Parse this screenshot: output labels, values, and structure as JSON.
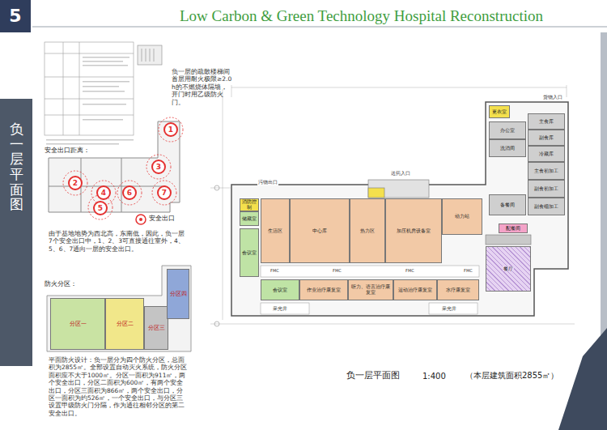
{
  "diagram": {
    "title": "Low Carbon & Green Technology Hospital Reconstruction",
    "caption": "负一层平面图",
    "nodes": [
      {
        "text": [
          "5"
        ]
      },
      {
        "text": [
          "负一层平面图"
        ]
      },
      {
        "text": [
          "1"
        ]
      },
      {
        "text": [
          "2"
        ]
      },
      {
        "text": [
          "3"
        ]
      },
      {
        "text": [
          "4"
        ]
      },
      {
        "text": [
          "5"
        ]
      },
      {
        "text": [
          "6"
        ]
      },
      {
        "text": [
          "7"
        ]
      },
      {
        "text": [
          "分区一"
        ]
      },
      {
        "text": [
          "分区二"
        ]
      },
      {
        "text": [
          "分区三"
        ]
      },
      {
        "text": [
          "分区四"
        ]
      },
      {
        "text": [
          "消防控制"
        ]
      },
      {
        "text": [
          "储藏室"
        ]
      },
      {
        "text": [
          "会议室"
        ]
      },
      {
        "text": [
          "生活区"
        ]
      },
      {
        "text": [
          "中心库"
        ]
      },
      {
        "text": [
          "热力区"
        ]
      },
      {
        "text": [
          "加压机房设备室"
        ]
      },
      {
        "text": [
          "动力站"
        ]
      },
      {
        "text": [
          "餐厅"
        ]
      },
      {
        "text": [
          "会议室"
        ]
      },
      {
        "text": [
          "作业治疗康复室"
        ]
      },
      {
        "text": [
          "听力、语言治疗康复室"
        ]
      },
      {
        "text": [
          "运动治疗康复室"
        ]
      },
      {
        "text": [
          "水疗康复室"
        ]
      },
      {
        "text": [
          "更衣室"
        ]
      },
      {
        "text": [
          "主食库"
        ]
      },
      {
        "text": [
          "副食库"
        ]
      },
      {
        "text": [
          "冷藏库"
        ]
      },
      {
        "text": [
          "主食初加工"
        ]
      },
      {
        "text": [
          "副食初加工"
        ]
      },
      {
        "text": [
          "副食细加工"
        ]
      },
      {
        "text": [
          "办公室"
        ]
      },
      {
        "text": [
          "洗消间"
        ]
      },
      {
        "text": [
          "备餐间"
        ]
      },
      {
        "text": [
          "配餐间"
        ]
      }
    ],
    "labels": [
      "负一层的疏散楼梯间首层用耐火极限≥2.0h的不燃烧体隔墙，开门时用乙级防火门。",
      "安全出口距离：",
      "由于基地地势为西北高，东南低，因此，负一层7个安全出口中，1、2、3可直接通往室外，4、5、6、7通向一层的安全出口。",
      "防火分区：",
      "平面防火设计：负一层分为四个防火分区，总面积为2855㎡。全部设置自动灭火系统，防火分区面积应不大于1000㎡。分区一面积为911㎡，两个安全出口，分区二面积为600㎡，有两个安全出口，分区三面积为866㎡，两个安全出口，分区一面积为约526㎡，一个安全出口，与分区三设置甲级防火门分隔，作为通往相邻分区的第二安全出口。",
      "污物出口",
      "送药入口",
      "货物入口",
      "采光井",
      "采光井",
      "FMC",
      "FMC",
      "FMC",
      "FMC",
      "1:400",
      "（本层建筑面积2855㎡）"
    ],
    "legend": [
      {
        "text": "安全出口"
      }
    ]
  }
}
